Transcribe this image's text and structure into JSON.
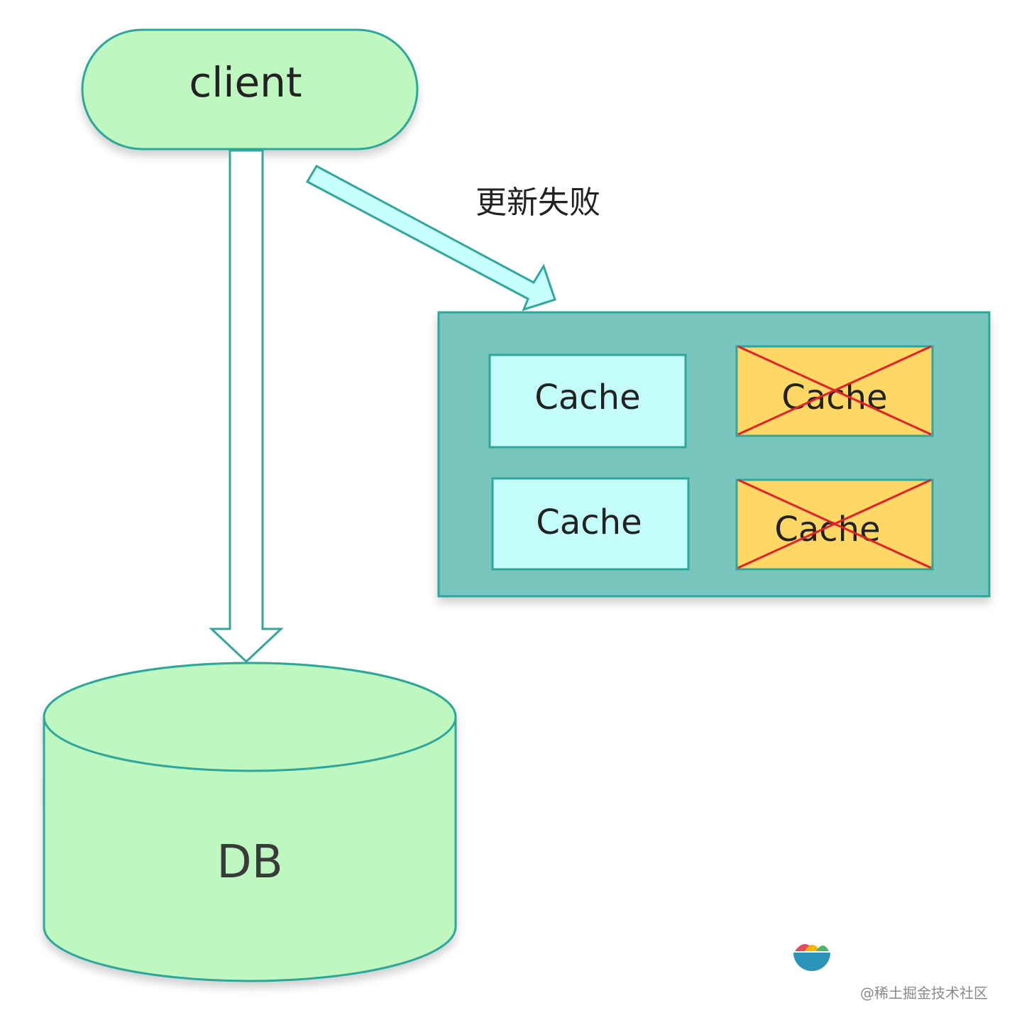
{
  "diagram": {
    "client_label": "client",
    "update_failed_label": "更新失败",
    "cache_cluster": {
      "cache_items": [
        {
          "label": "Cache",
          "status": "ok"
        },
        {
          "label": "Cache",
          "status": "failed"
        },
        {
          "label": "Cache",
          "status": "ok"
        },
        {
          "label": "Cache",
          "status": "failed"
        }
      ]
    },
    "db_label": "DB",
    "watermark_text": "@稀土掘金技术社区"
  },
  "colors": {
    "client_fill": "#bff7c0",
    "client_stroke": "#2fa79a",
    "arrow_fill": "#c8ffff",
    "arrow_stroke": "#2fa79a",
    "cluster_fill": "#78c6bd",
    "cluster_stroke": "#2fa79a",
    "cache_ok_fill": "#c4fbfb",
    "cache_failed_fill": "#ffd765",
    "cache_stroke": "#2fa79a",
    "cross_color": "#e2222a",
    "db_fill": "#bff7c0",
    "db_stroke": "#2fa79a",
    "watermark_text": "#8a8a8a"
  }
}
